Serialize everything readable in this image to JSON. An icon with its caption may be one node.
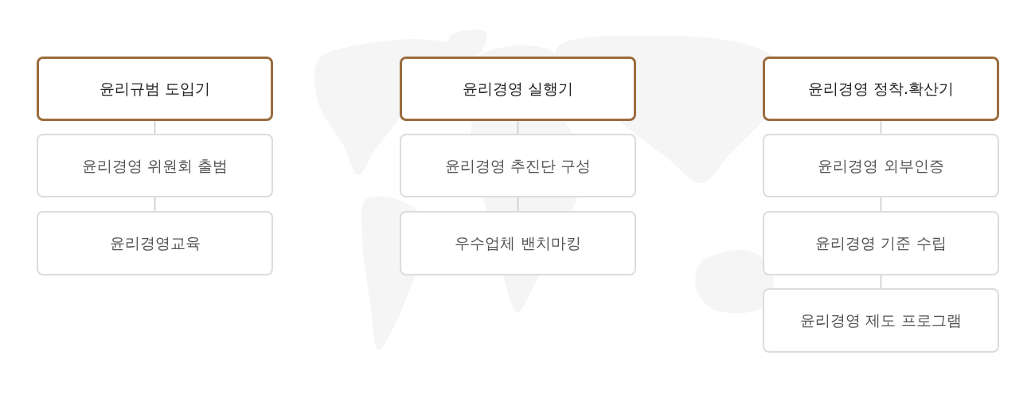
{
  "diagram": {
    "nodes": [
      {
        "text": [
          "윤리규범 도입기"
        ]
      },
      {
        "text": [
          "윤리경영 위원회 출범"
        ]
      },
      {
        "text": [
          "윤리경영교육"
        ]
      },
      {
        "text": [
          "윤리경영 실행기"
        ]
      },
      {
        "text": [
          "윤리경영 추진단 구성"
        ]
      },
      {
        "text": [
          "우수업체 밴치마킹"
        ]
      },
      {
        "text": [
          "윤리경영 정착.확산기"
        ]
      },
      {
        "text": [
          "윤리경영 외부인증"
        ]
      },
      {
        "text": [
          "윤리경영 기준 수립"
        ]
      },
      {
        "text": [
          "윤리경영 제도 프로그램"
        ]
      }
    ],
    "edges": [
      {
        "from": 0,
        "to": 1,
        "arrow": "none"
      },
      {
        "from": 1,
        "to": 2,
        "arrow": "none"
      },
      {
        "from": 3,
        "to": 4,
        "arrow": "none"
      },
      {
        "from": 4,
        "to": 5,
        "arrow": "none"
      },
      {
        "from": 6,
        "to": 7,
        "arrow": "none"
      },
      {
        "from": 7,
        "to": 8,
        "arrow": "none"
      },
      {
        "from": 8,
        "to": 9,
        "arrow": "none"
      }
    ]
  }
}
